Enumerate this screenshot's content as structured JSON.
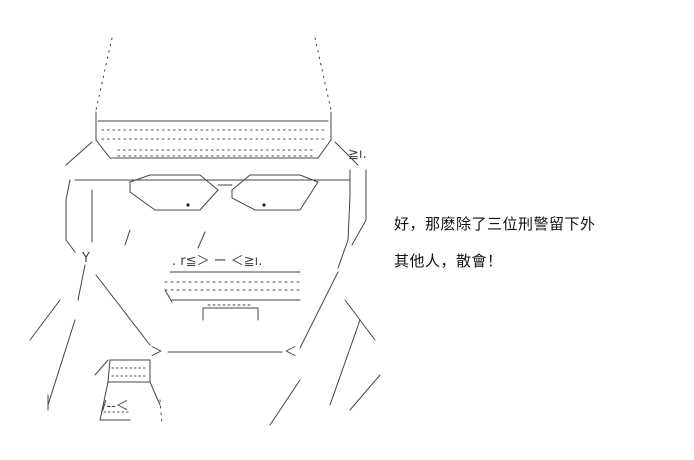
{
  "dialogue": {
    "line_1": "好，那麽除了三位刑警留下外",
    "line_2": "其他人，散會！"
  },
  "art_glyphs": {
    "hat_mark": "≧ı.",
    "mustache_top": ". r≦＞ ー ＜≧ı.",
    "left_side": "Y",
    "collar_mark": "＞",
    "collar_mark_right": "＜",
    "hand_mark": "/--＜"
  }
}
